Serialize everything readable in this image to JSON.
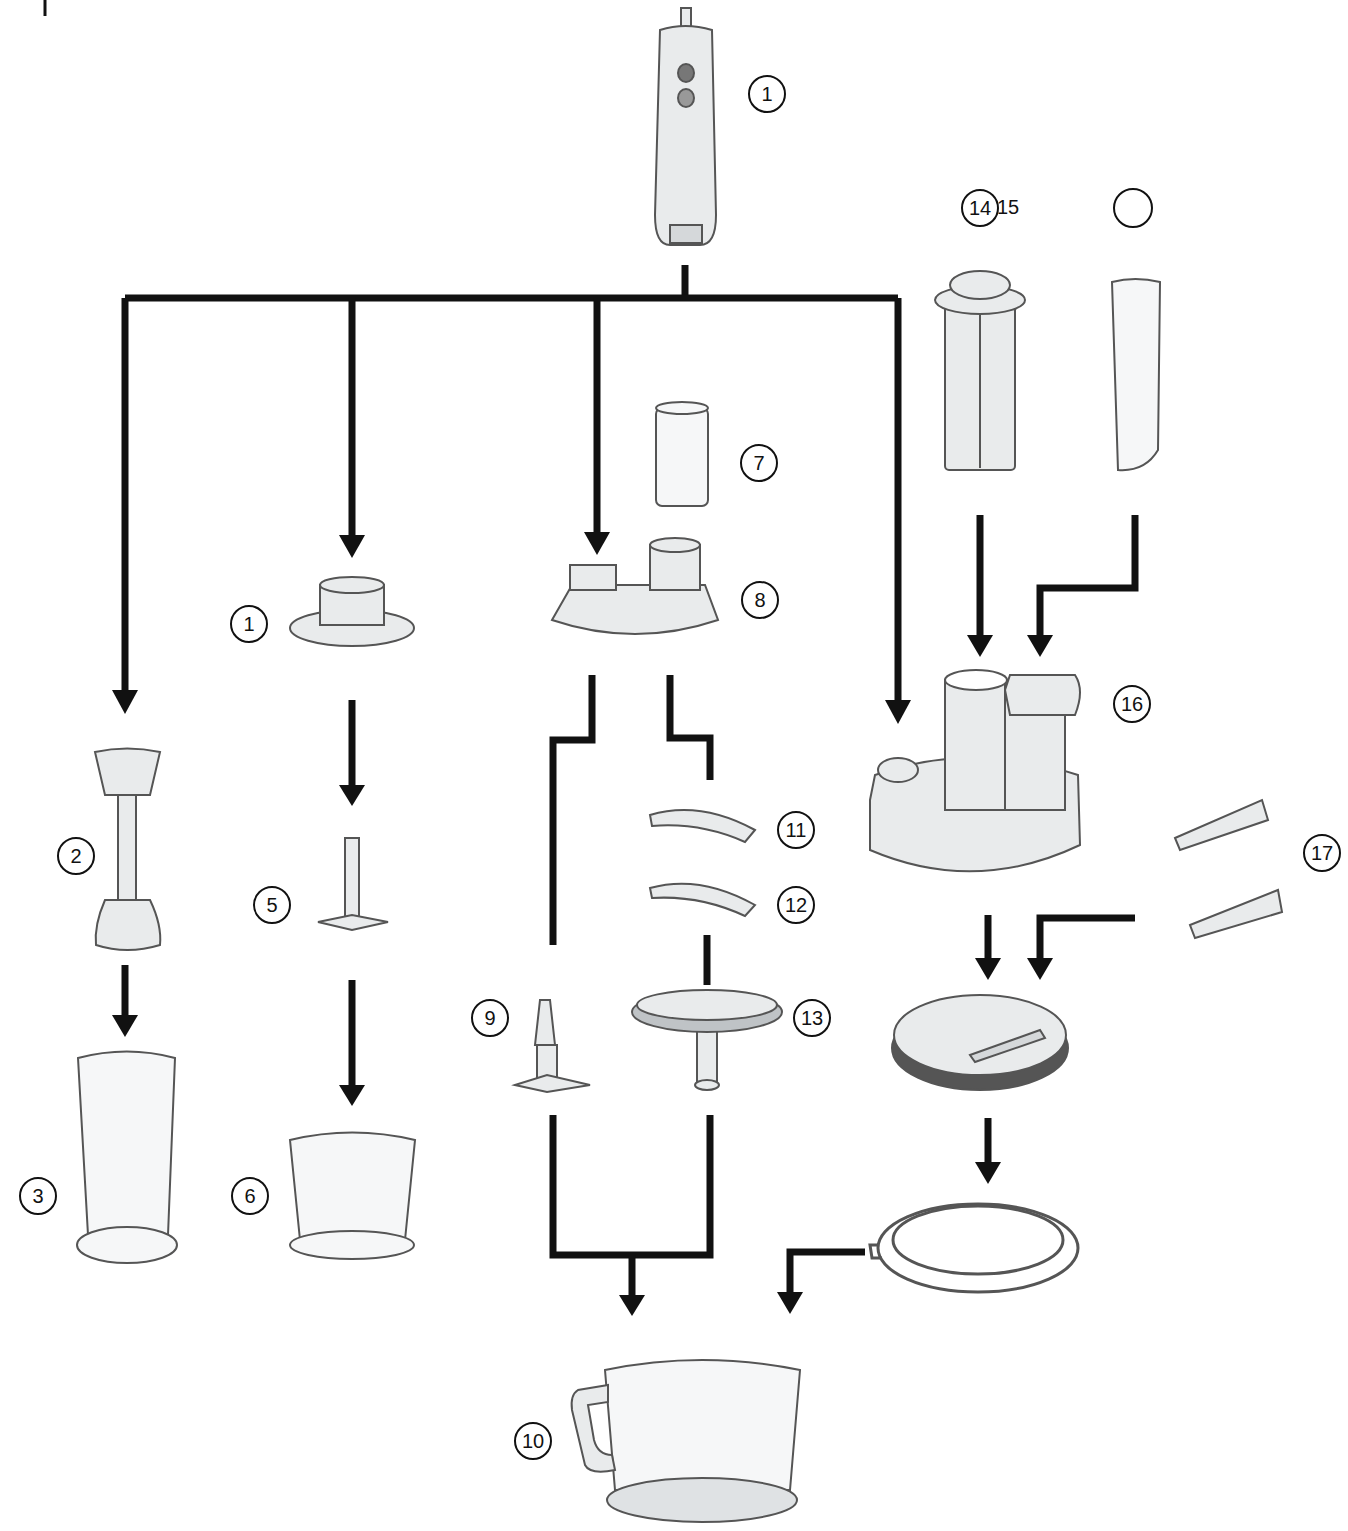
{
  "diagram": {
    "nodes": [
      {
        "text": [
          "1"
        ]
      },
      {
        "text": [
          "14"
        ]
      },
      {
        "text": [
          "7"
        ]
      },
      {
        "text": [
          "8"
        ]
      },
      {
        "text": [
          "1"
        ]
      },
      {
        "text": [
          "16"
        ]
      },
      {
        "text": [
          "11"
        ]
      },
      {
        "text": [
          "17"
        ]
      },
      {
        "text": [
          "2"
        ]
      },
      {
        "text": [
          "5"
        ]
      },
      {
        "text": [
          "12"
        ]
      },
      {
        "text": [
          "9"
        ]
      },
      {
        "text": [
          "13"
        ]
      },
      {
        "text": [
          "3"
        ]
      },
      {
        "text": [
          "6"
        ]
      },
      {
        "text": [
          "10"
        ]
      }
    ],
    "labels": [
      "15"
    ]
  }
}
